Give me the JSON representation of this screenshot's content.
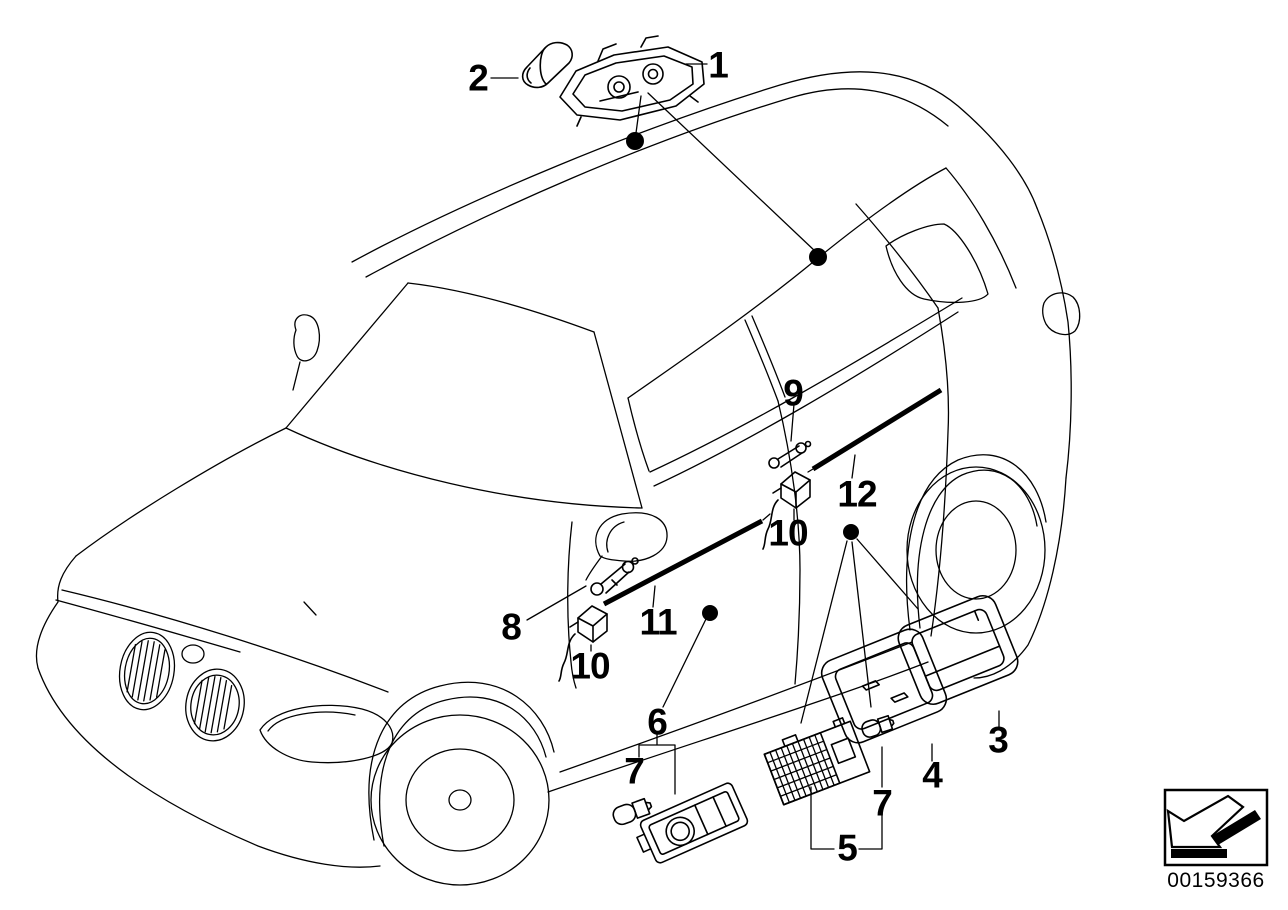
{
  "diagram": {
    "background_color": "#ffffff",
    "line_color": "#000000",
    "mount_point_dots": 4
  },
  "callouts": [
    {
      "id": "callout-1",
      "label": "1"
    },
    {
      "id": "callout-2",
      "label": "2"
    },
    {
      "id": "callout-9",
      "label": "9"
    },
    {
      "id": "callout-12",
      "label": "12"
    },
    {
      "id": "callout-10-rear",
      "label": "10"
    },
    {
      "id": "callout-8",
      "label": "8"
    },
    {
      "id": "callout-11",
      "label": "11"
    },
    {
      "id": "callout-10-front",
      "label": "10"
    },
    {
      "id": "callout-6",
      "label": "6"
    },
    {
      "id": "callout-7-left",
      "label": "7"
    },
    {
      "id": "callout-3",
      "label": "3"
    },
    {
      "id": "callout-4",
      "label": "4"
    },
    {
      "id": "callout-7-right",
      "label": "7"
    },
    {
      "id": "callout-5",
      "label": "5"
    }
  ],
  "footer": {
    "doc_number": "00159366",
    "stamp_icon": "direction-arrow-down-left"
  }
}
